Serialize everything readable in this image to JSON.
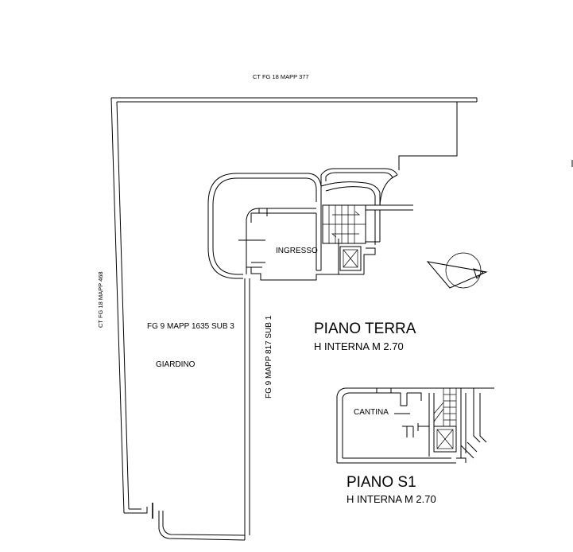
{
  "labels": {
    "neighbor_top": "CT FG 18 MAPP 377",
    "neighbor_left": "CT FG 18 MAPP 468",
    "sub3": "FG 9 MAPP 1635 SUB 3",
    "sub1": "FG 9 MAPP 817 SUB 1",
    "garden": "GIARDINO",
    "entrance": "INGRESSO",
    "cellar": "CANTINA"
  },
  "floors": [
    {
      "title": "PIANO TERRA",
      "height": "H INTERNA  M 2.70"
    },
    {
      "title": "PIANO S1",
      "height": "H INTERNA  M 2.70"
    }
  ]
}
